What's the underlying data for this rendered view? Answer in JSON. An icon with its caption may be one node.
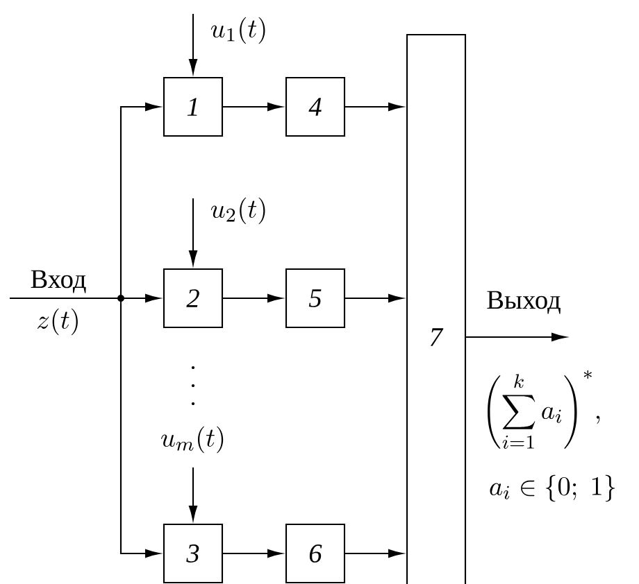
{
  "diagram": {
    "nodes": [
      {
        "text": [
          "*1*"
        ]
      },
      {
        "text": [
          "*4*"
        ]
      },
      {
        "text": [
          "*2*"
        ]
      },
      {
        "text": [
          "*5*"
        ]
      },
      {
        "text": [
          "*3*"
        ]
      },
      {
        "text": [
          "*6*"
        ]
      },
      {
        "text": [
          "*7*"
        ]
      },
      {
        "text": [],
        "shape": "circle"
      }
    ],
    "edges": [
      {
        "from": null,
        "to": 7,
        "arrow": "none"
      },
      {
        "from": 7,
        "to": 0,
        "arrow": "to"
      },
      {
        "from": 7,
        "to": 2,
        "arrow": "to"
      },
      {
        "from": 7,
        "to": 4,
        "arrow": "to"
      },
      {
        "from": 0,
        "to": 1,
        "arrow": "to"
      },
      {
        "from": 2,
        "to": 3,
        "arrow": "to"
      },
      {
        "from": 4,
        "to": 5,
        "arrow": "to"
      },
      {
        "from": 1,
        "to": 6,
        "arrow": "to"
      },
      {
        "from": 3,
        "to": 6,
        "arrow": "to"
      },
      {
        "from": 5,
        "to": 6,
        "arrow": "to"
      },
      {
        "from": null,
        "to": 0,
        "arrow": "to",
        "label": "u_1(t)"
      },
      {
        "from": null,
        "to": 2,
        "arrow": "to",
        "label": "u_2(t)"
      },
      {
        "from": null,
        "to": 4,
        "arrow": "to",
        "label": "u_m(t)"
      },
      {
        "from": 6,
        "to": null,
        "arrow": "to",
        "label": "Выход"
      }
    ],
    "labels": [
      "Вход",
      "z(t)",
      "\\left(\\sum_{i=1}^{k} a_i\\right)^{*}\\!,",
      "a_i \\in \\{0;\\; 1\\}"
    ]
  }
}
